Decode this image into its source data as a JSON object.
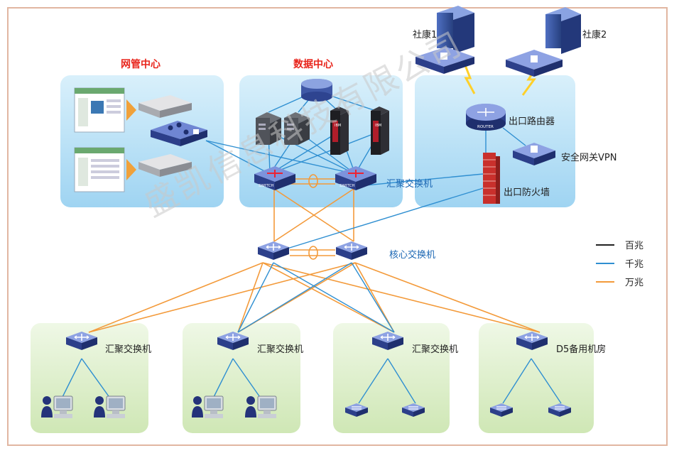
{
  "sections": {
    "nms_center": "网管中心",
    "data_center": "数据中心"
  },
  "nodes": {
    "branch1": "社康1",
    "branch2": "社康2",
    "egress_router": "出口路由器",
    "vpn_gateway": "安全网关VPN",
    "egress_firewall": "出口防火墙",
    "dc_agg_switch": "汇聚交换机",
    "core_switch": "核心交换机",
    "agg_switch_1": "汇聚交换机",
    "agg_switch_2": "汇聚交换机",
    "agg_switch_3": "汇聚交换机",
    "backup_room": "D5备用机房"
  },
  "device_marks": {
    "switch_text": "SWITCH",
    "router_text": "ROUTER",
    "ibm_text": "IBM"
  },
  "legend": [
    {
      "label": "百兆",
      "color": "#222222"
    },
    {
      "label": "千兆",
      "color": "#2f8fd1"
    },
    {
      "label": "万兆",
      "color": "#f39a3a"
    }
  ],
  "watermark": "盛凯信息科技有限公司",
  "colors": {
    "gigabit": "#2f8fd1",
    "ten_gigabit": "#f39a3a",
    "panel_blue": "#bfe3f7",
    "panel_green": "#dff0cc",
    "title_red": "#e8251c"
  }
}
